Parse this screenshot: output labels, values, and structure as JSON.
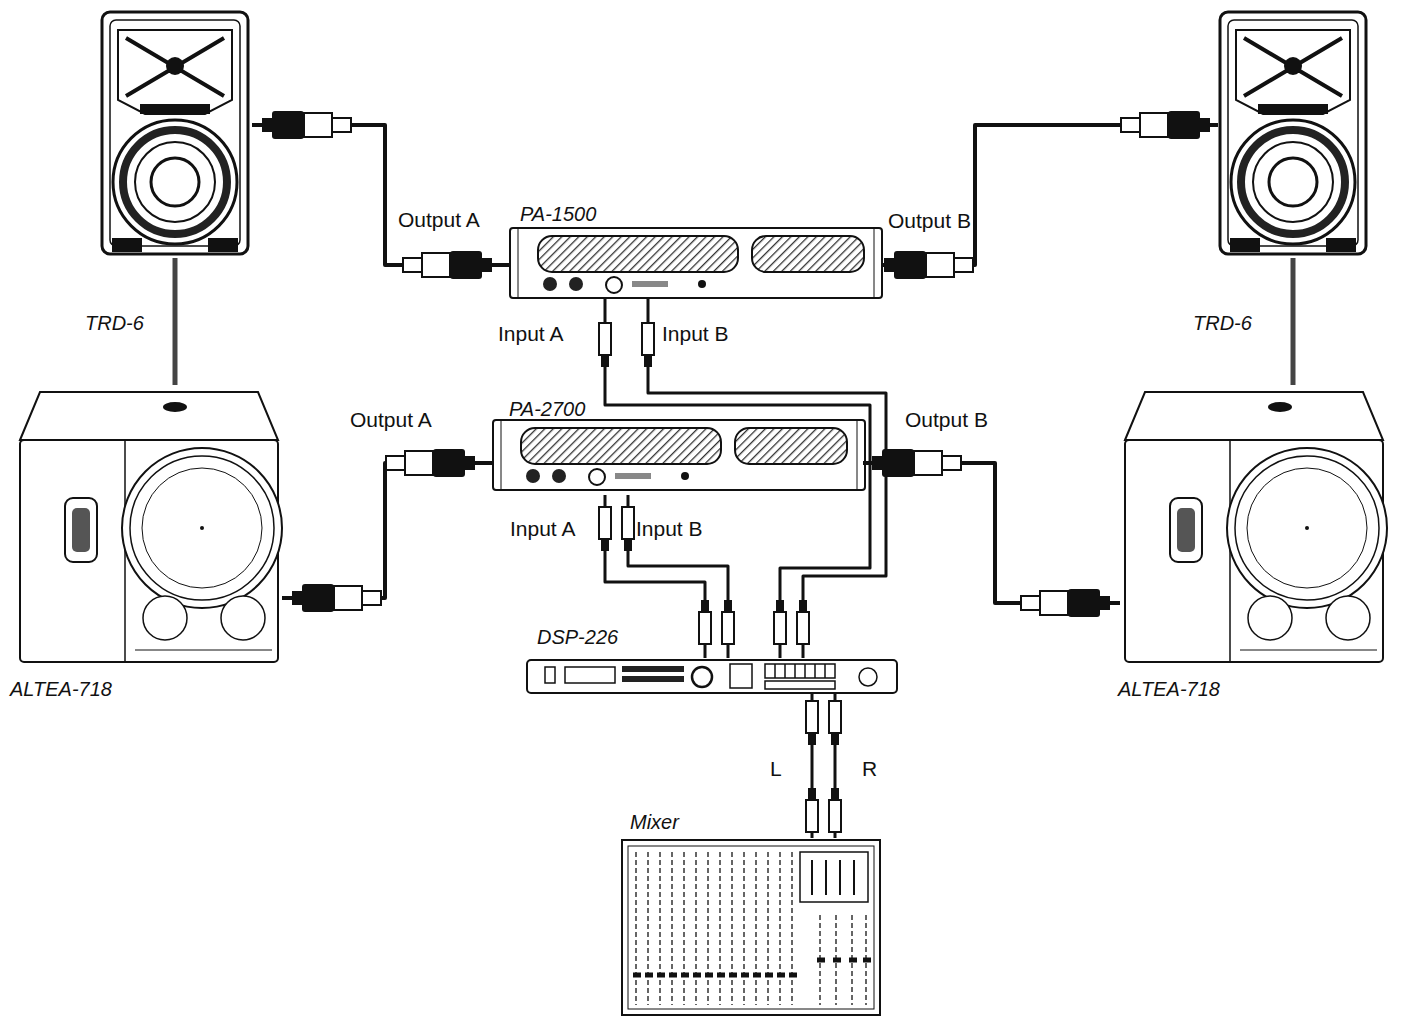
{
  "diagram": {
    "nodes": [
      {
        "text": [
          "TRD-6"
        ]
      },
      {
        "text": [
          "PA-1500"
        ]
      },
      {
        "text": [
          "TRD-6"
        ]
      },
      {
        "text": [
          "ALTEA-718"
        ]
      },
      {
        "text": [
          "PA-2700"
        ]
      },
      {
        "text": [
          "ALTEA-718"
        ]
      },
      {
        "text": [
          "DSP-226"
        ]
      },
      {
        "text": [
          "Mixer"
        ]
      }
    ],
    "edges": [
      {
        "from": 1,
        "to": 0,
        "arrow": "none",
        "label": "Output A"
      },
      {
        "from": 1,
        "to": 2,
        "arrow": "none",
        "label": "Output B"
      },
      {
        "from": 4,
        "to": 3,
        "arrow": "none",
        "label": "Output A"
      },
      {
        "from": 4,
        "to": 5,
        "arrow": "none",
        "label": "Output B"
      },
      {
        "from": 6,
        "to": 1,
        "arrow": "none",
        "label": "Input A"
      },
      {
        "from": 6,
        "to": 1,
        "arrow": "none",
        "label": "Input B"
      },
      {
        "from": 6,
        "to": 4,
        "arrow": "none",
        "label": "Input A"
      },
      {
        "from": 6,
        "to": 4,
        "arrow": "none",
        "label": "Input B"
      },
      {
        "from": 7,
        "to": 6,
        "arrow": "none",
        "label": "L"
      },
      {
        "from": 7,
        "to": 6,
        "arrow": "none",
        "label": "R"
      },
      {
        "from": 3,
        "to": 0,
        "arrow": "none"
      },
      {
        "from": 5,
        "to": 2,
        "arrow": "none"
      }
    ]
  }
}
